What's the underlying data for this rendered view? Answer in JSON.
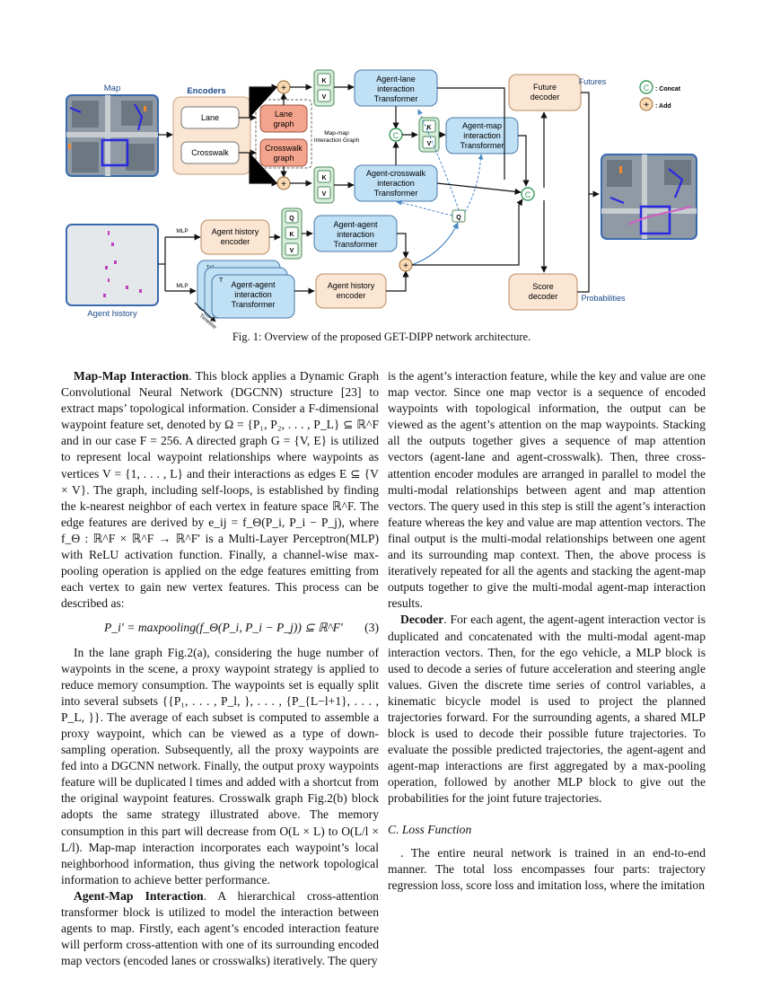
{
  "figure": {
    "labels": {
      "map": "Map",
      "encoders": "Encoders",
      "lane": "Lane",
      "crosswalk": "Crosswalk",
      "lane_graph": [
        "Lane",
        "graph"
      ],
      "crosswalk_graph": [
        "Crosswalk",
        "graph"
      ],
      "map_map_graph": [
        "Map-map",
        "Interaction Graph"
      ],
      "agent_lane": [
        "Agent-lane",
        "interaction",
        "Transformer"
      ],
      "agent_crosswalk": [
        "Agent-crosswalk",
        "interaction",
        "Transformer"
      ],
      "agent_map": [
        "Agent-map",
        "interaction",
        "Transformer"
      ],
      "future_decoder": [
        "Future",
        "decoder"
      ],
      "futures": "Futures",
      "score_decoder": [
        "Score",
        "decoder"
      ],
      "probabilities": "Probabilities",
      "concat_legend": ": Concat",
      "add_legend": ": Add",
      "agent_history": "Agent history",
      "mlp1": "MLP",
      "mlp2": "MLP",
      "agent_history_encoder1": [
        "Agent history",
        "encoder"
      ],
      "agent_agent_tf": [
        "Agent-agent",
        "interaction",
        "Transformer"
      ],
      "agent_agent_stack": [
        "Agent-agent",
        "interaction",
        "Transformer"
      ],
      "agent_history_encoder2": [
        "Agent history",
        "encoder"
      ],
      "timeline": "Timeline",
      "stack_t1": "T=1",
      "stack_t": "T",
      "k": "K",
      "v": "V",
      "q": "Q",
      "c": "C",
      "plus": "+"
    },
    "caption": "Fig. 1: Overview of the proposed GET-DIPP network architecture."
  },
  "text": {
    "mm_head": "Map-Map Interaction",
    "mm_body": ". This block applies a Dynamic Graph Convolutional Neural Network (DGCNN) structure [23] to extract maps’ topological information. Consider a F-dimensional waypoint feature set, denoted by Ω = {P₁, P₂, . . . , P_L} ⊆ ℝ^F and in our case F = 256. A directed graph G = {V, E} is utilized to represent local waypoint relationships where waypoints as vertices V = {1, . . . , L} and their interactions as edges E ⊆ {V × V}. The graph, including self-loops, is established by finding the k-nearest neighbor of each vertex in feature space ℝ^F. The edge features are derived by e_ij = f_Θ(P_i, P_i − P_j), where f_Θ : ℝ^F × ℝ^F → ℝ^F′ is a Multi-Layer Perceptron(MLP) with ReLU activation function. Finally, a channel-wise max-pooling operation is applied on the edge features emitting from each vertex to gain new vertex features. This process can be described as:",
    "eq3": "P_i′ = maxpooling(f_Θ(P_i, P_i − P_j)) ⊆ ℝ^F′",
    "eq3_num": "(3)",
    "lane_para": "In the lane graph Fig.2(a), considering the huge number of waypoints in the scene, a proxy waypoint strategy is applied to reduce memory consumption. The waypoints set is equally split into several subsets {{P₁, . . . , P_l, }, . . . , {P_{L−l+1}, . . . , P_L, }}. The average of each subset is computed to assemble a proxy waypoint, which can be viewed as a type of down-sampling operation. Subsequently, all the proxy waypoints are fed into a DGCNN network. Finally, the output proxy waypoints feature will be duplicated l times and added with a shortcut from the original waypoint features. Crosswalk graph Fig.2(b) block adopts the same strategy illustrated above. The memory consumption in this part will decrease from O(L × L) to O(L/l × L/l). Map-map interaction incorporates each waypoint’s local neighborhood information, thus giving the network topological information to achieve better performance.",
    "am_head": "Agent-Map Interaction",
    "am_body": ". A hierarchical cross-attention transformer block is utilized to model the interaction between agents to map. Firstly, each agent’s encoded interaction feature will perform cross-attention with one of its surrounding encoded map vectors (encoded lanes or crosswalks) iteratively. The query is the agent’s interaction feature, while the key and value are one map vector. Since one map vector is a sequence of encoded waypoints with topological information, the output can be viewed as the agent’s attention on the map waypoints. Stacking all the outputs together gives a sequence of map attention vectors (agent-lane and agent-crosswalk). Then, three cross-attention encoder modules are arranged in parallel to model the multi-modal relationships between agent and map attention vectors. The query used in this step is still the agent’s interaction feature whereas the key and value are map attention vectors. The final output is the multi-modal relationships between one agent and its surrounding map context. Then, the above process is iteratively repeated for all the agents and stacking the agent-map outputs together to give the multi-modal agent-map interaction results.",
    "dec_head": "Decoder",
    "dec_body": ". For each agent, the agent-agent interaction vector is duplicated and concatenated with the multi-modal agent-map interaction vectors. Then, for the ego vehicle, a MLP block is used to decode a series of future acceleration and steering angle values. Given the discrete time series of control variables, a kinematic bicycle model is used to project the planned trajectories forward. For the surrounding agents, a shared MLP block is used to decode their possible future trajectories. To evaluate the possible predicted trajectories, the agent-agent and agent-map interactions are first aggregated by a max-pooling operation, followed by another MLP block to give out the probabilities for the joint future trajectories.",
    "loss_head": "C. Loss Function",
    "loss_body": ". The entire neural network is trained in an end-to-end manner. The total loss encompasses four parts: trajectory regression loss, score loss and imitation loss, where the imitation"
  },
  "colors": {
    "encoder_fill": "#fbe6d4",
    "graph_fill": "#f4a48c",
    "transformer_fill": "#bfe0f5",
    "kv_fill": "#d5ecd9",
    "kv_border": "#4a8a5a",
    "concat": "#3a9a5c",
    "add_fill": "#f8d9b4",
    "label_blue": "#1a4a8a",
    "arrow_blue": "#4a8ac8"
  }
}
